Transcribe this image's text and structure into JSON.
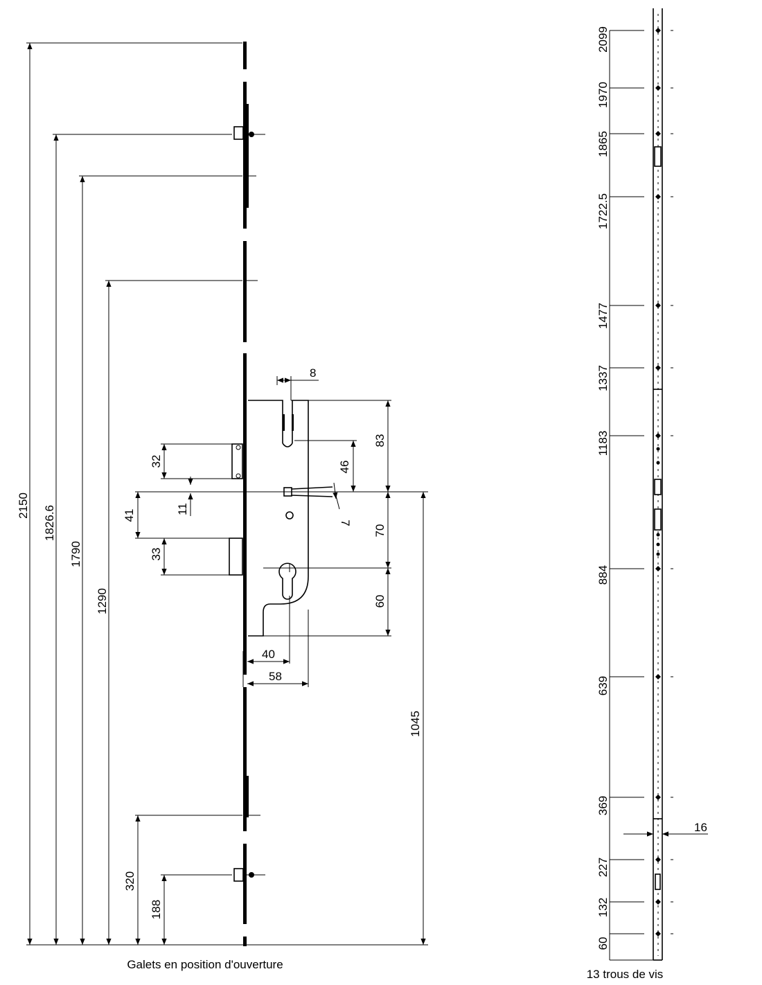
{
  "left_view": {
    "caption": "Galets en position d'ouverture",
    "vertical_dims": [
      "2150",
      "1826.6",
      "1790",
      "1290",
      "320",
      "188",
      "1045"
    ],
    "lock_dims": [
      "8",
      "83",
      "46",
      "32",
      "11",
      "41",
      "7",
      "70",
      "33",
      "60",
      "40",
      "58"
    ]
  },
  "right_view": {
    "caption": "13 trous de vis",
    "hole_positions": [
      "2099",
      "1970",
      "1865",
      "1722.5",
      "1477",
      "1337",
      "1183",
      "884",
      "639",
      "369",
      "227",
      "132",
      "60"
    ],
    "width_dim": "16"
  }
}
